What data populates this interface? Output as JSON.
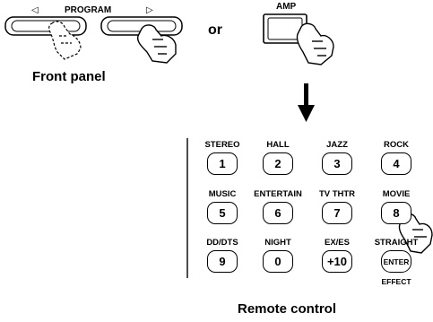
{
  "front_panel": {
    "program_label": "PROGRAM",
    "left_arrow": "◁",
    "right_arrow": "▷",
    "amp_label": "AMP",
    "or_text": "or",
    "caption": "Front panel"
  },
  "remote": {
    "caption": "Remote control",
    "rows": [
      [
        {
          "label": "STEREO",
          "key": "1"
        },
        {
          "label": "HALL",
          "key": "2"
        },
        {
          "label": "JAZZ",
          "key": "3"
        },
        {
          "label": "ROCK",
          "key": "4"
        }
      ],
      [
        {
          "label": "MUSIC",
          "key": "5"
        },
        {
          "label": "ENTERTAIN",
          "key": "6"
        },
        {
          "label": "TV THTR",
          "key": "7"
        },
        {
          "label": "MOVIE",
          "key": "8"
        }
      ],
      [
        {
          "label": "DD/DTS",
          "key": "9"
        },
        {
          "label": "NIGHT",
          "key": "0"
        },
        {
          "label": "EX/ES",
          "key": "+10"
        },
        {
          "label": "STRAIGHT",
          "key": "ENTER"
        }
      ]
    ],
    "effect_label": "EFFECT"
  }
}
